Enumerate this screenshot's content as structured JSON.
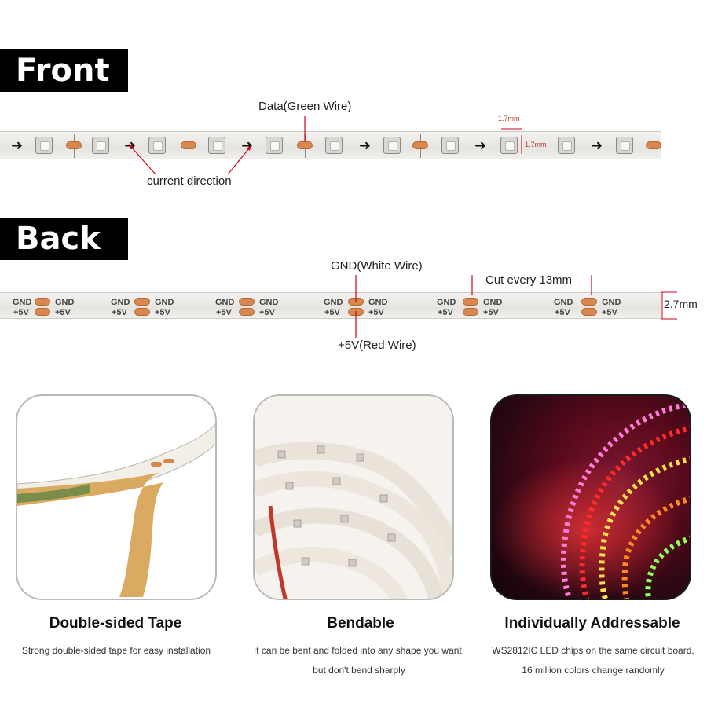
{
  "sections": {
    "front_title": "Front",
    "back_title": "Back"
  },
  "front": {
    "data_wire_label": "Data(Green Wire)",
    "direction_label": "current direction",
    "dim_width": "1.7mm",
    "dim_height": "1.7mm"
  },
  "back": {
    "gnd_wire_label": "GND(White Wire)",
    "vcc_wire_label": "+5V(Red Wire)",
    "cut_label": "Cut every 13mm",
    "height_label": "2.7mm",
    "pad_gnd": "GND",
    "pad_vcc": "+5V"
  },
  "features": [
    {
      "title": "Double-sided Tape",
      "desc_lines": [
        "Strong double-sided tape for easy installation"
      ]
    },
    {
      "title": "Bendable",
      "desc_lines": [
        "It can be bent and folded into any shape you want.",
        "but don't bend sharply"
      ]
    },
    {
      "title": "Individually Addressable",
      "desc_lines": [
        "WS2812IC LED chips on the same circuit board,",
        "16 million colors change randomly"
      ]
    }
  ],
  "colors": {
    "banner_bg": "#000000",
    "pad_copper": "#d8874e",
    "annotation_red": "#d0021b"
  }
}
